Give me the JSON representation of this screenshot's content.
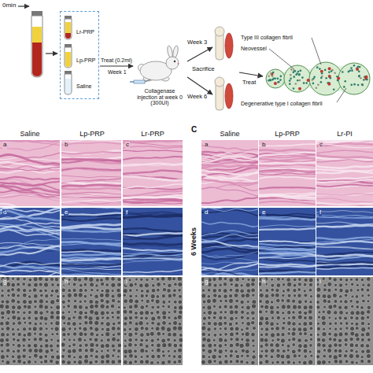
{
  "diagram": {
    "nodes": [
      {
        "text": [
          "Lr-PRP",
          "Lp-PRP",
          "Saline"
        ]
      },
      {
        "text": [
          "Collagenase injection at week 0 (300UI)"
        ]
      }
    ],
    "edges": [
      {
        "from": 0,
        "to": 1,
        "arrow": "to",
        "label": "Treat (0.2ml)"
      }
    ],
    "labels": [
      "0min",
      "Week 1",
      "Week 3",
      "Sacrifice",
      "Week 6",
      "Treat",
      "Type III collagen fibril",
      "Neovessel",
      "Degenerative type I collagen fibril",
      "Saline",
      "Lp-PRP",
      "Lr-PRP",
      "a",
      "b",
      "c",
      "d",
      "e",
      "f",
      "g",
      "h",
      "i",
      "C",
      "Saline",
      "Lp-PRP",
      "Lr-PI",
      "6 Weeks",
      "a",
      "b",
      "c",
      "d",
      "e",
      "f",
      "g",
      "h",
      "i"
    ]
  }
}
